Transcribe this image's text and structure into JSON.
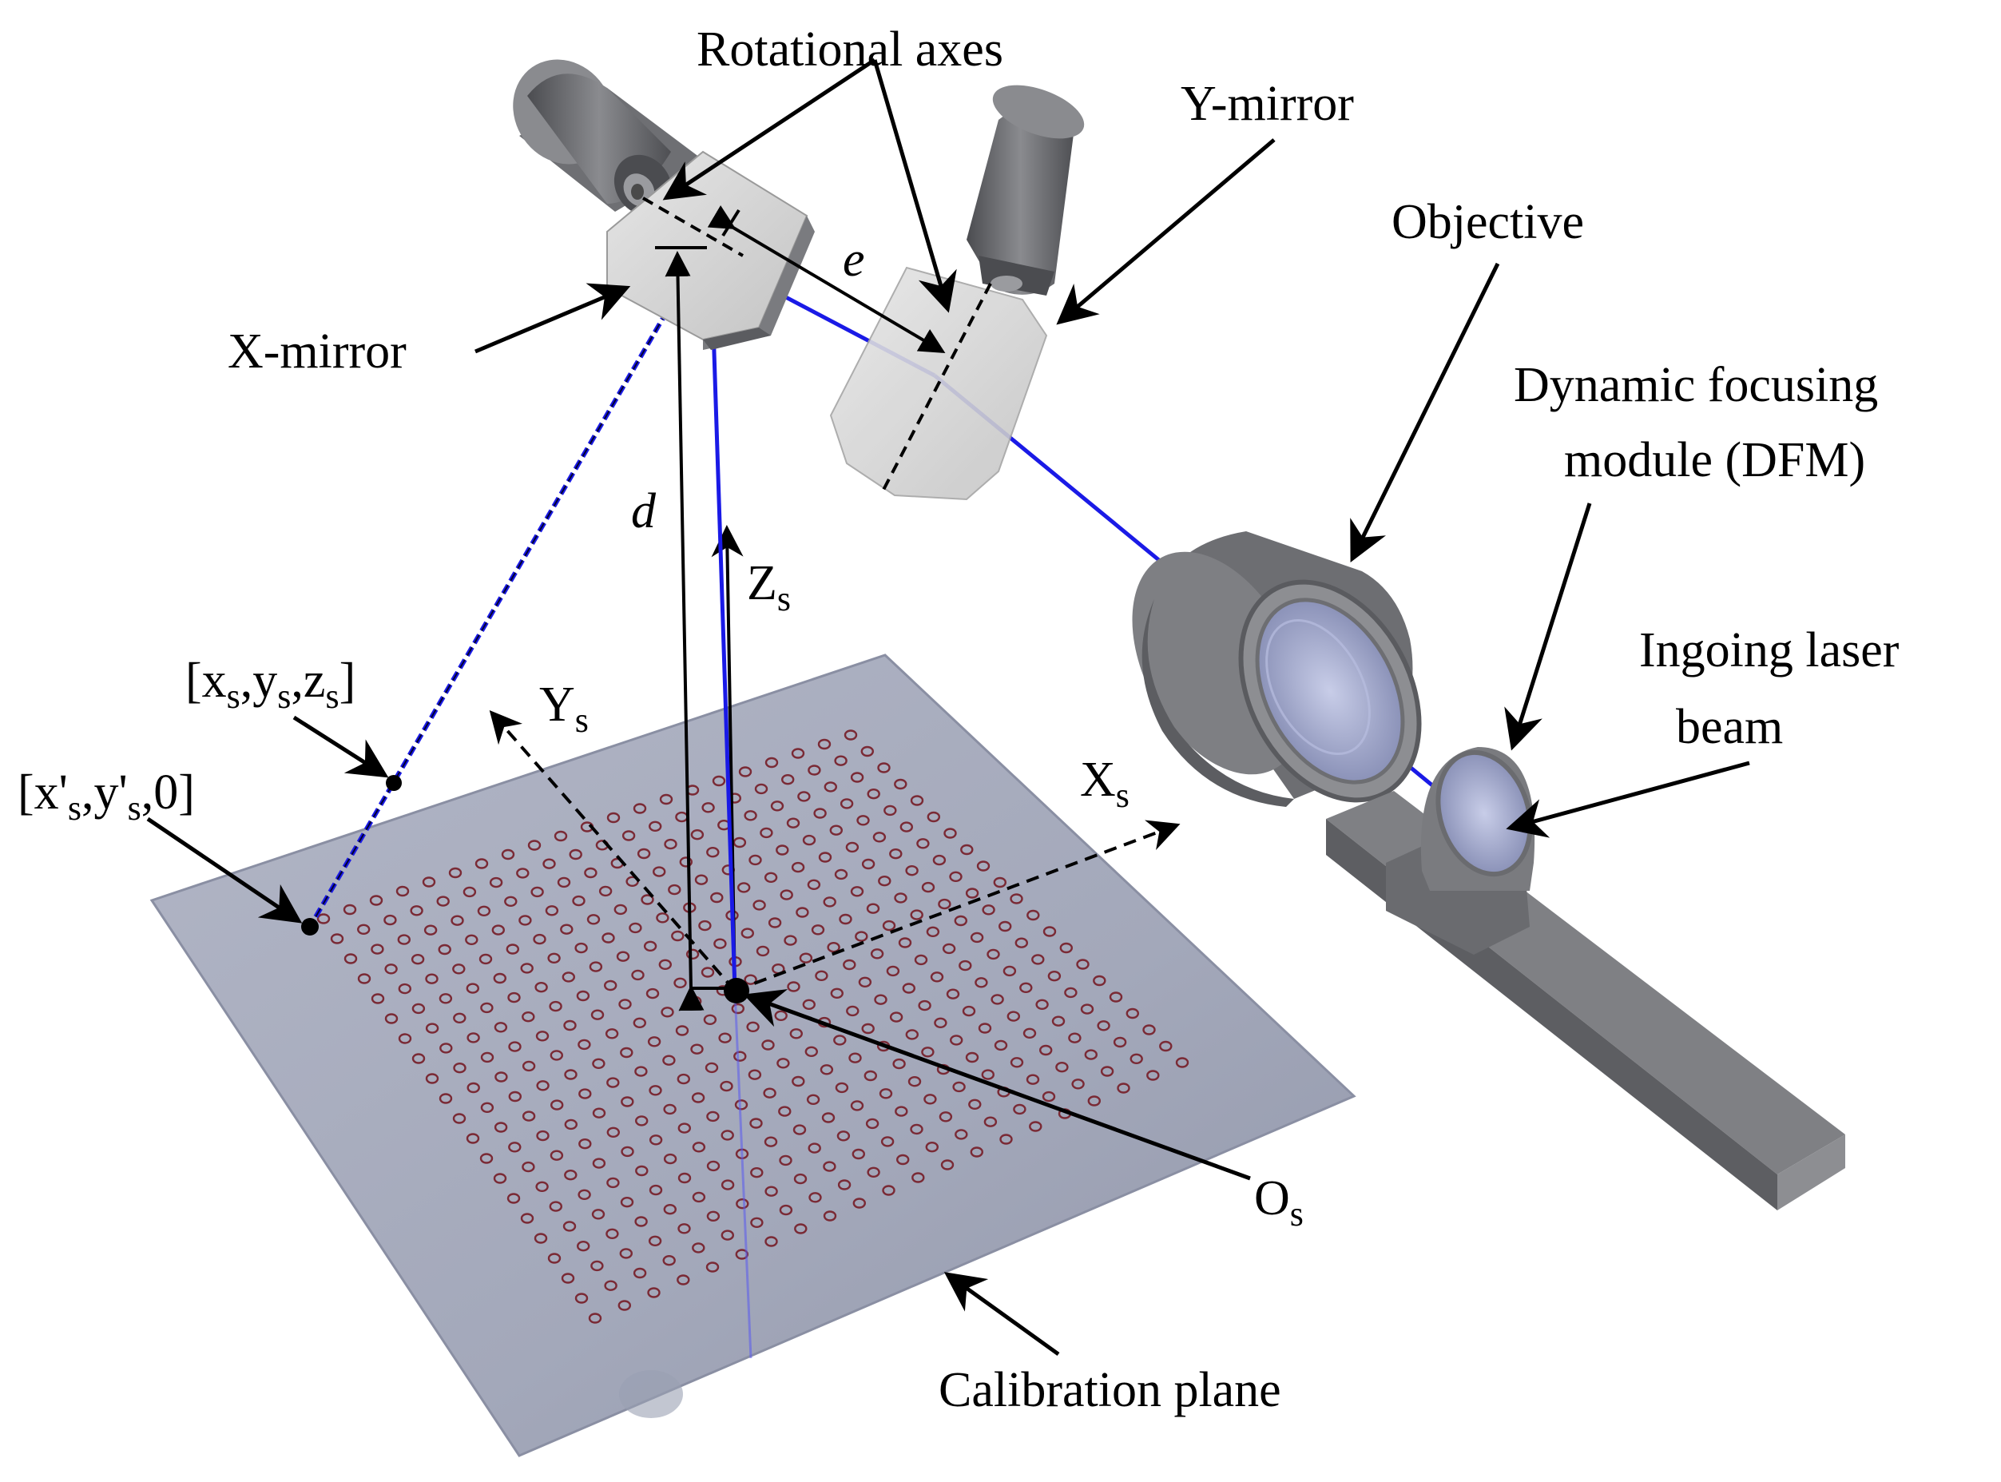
{
  "labels": {
    "rotational_axes": "Rotational axes",
    "y_mirror": "Y-mirror",
    "objective": "Objective",
    "dfm_line1": "Dynamic focusing",
    "dfm_line2": "module (DFM)",
    "x_mirror": "X-mirror",
    "ingoing_line1": "Ingoing laser",
    "ingoing_line2": "beam",
    "calibration_plane": "Calibration plane",
    "e": "e",
    "d": "d",
    "zs_main": "Z",
    "zs_sub": "s",
    "ys_main": "Y",
    "ys_sub": "s",
    "xs_main": "X",
    "xs_sub": "s",
    "os_main": "O",
    "os_sub": "s",
    "point_top": {
      "open": "[x",
      "s1": "s",
      "c1": ",y",
      "s2": "s",
      "c2": ",z",
      "s3": "s",
      "close": "]"
    },
    "point_bottom": {
      "open": "[x'",
      "s1": "s",
      "c1": ",y'",
      "s2": "s",
      "close": ",0]"
    }
  },
  "colors": {
    "laser": "#1a1ae6",
    "plane": "#a6abbd",
    "plane_edge": "#8a8fa3",
    "dots": "#7a2a35",
    "metal_dark": "#5f6064",
    "metal_mid": "#7c7d81",
    "metal_light": "#aeaeb2",
    "mirror": "#d8d8d8"
  }
}
